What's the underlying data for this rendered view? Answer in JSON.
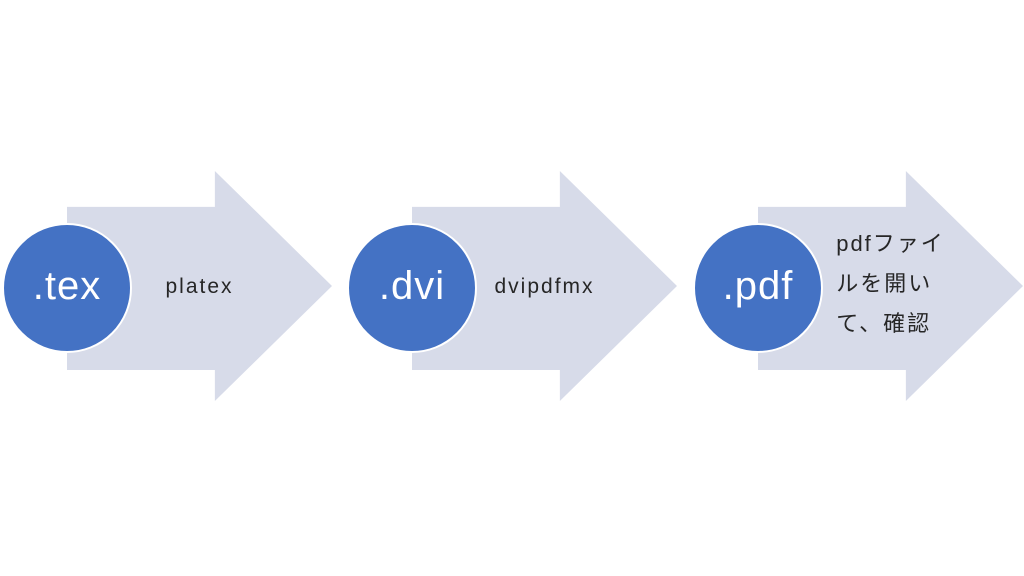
{
  "flow": {
    "steps": [
      {
        "extension": ".tex",
        "label": "platex"
      },
      {
        "extension": ".dvi",
        "label": "dvipdfmx"
      },
      {
        "extension": ".pdf",
        "label": "pdfファイ\nルを開い\nて、確認"
      }
    ],
    "colors": {
      "background": "#ffffff",
      "circle_fill": "#4472c4",
      "arrow_fill": "#d7dbe9",
      "label_text": "#262626",
      "circle_text": "#ffffff"
    }
  }
}
